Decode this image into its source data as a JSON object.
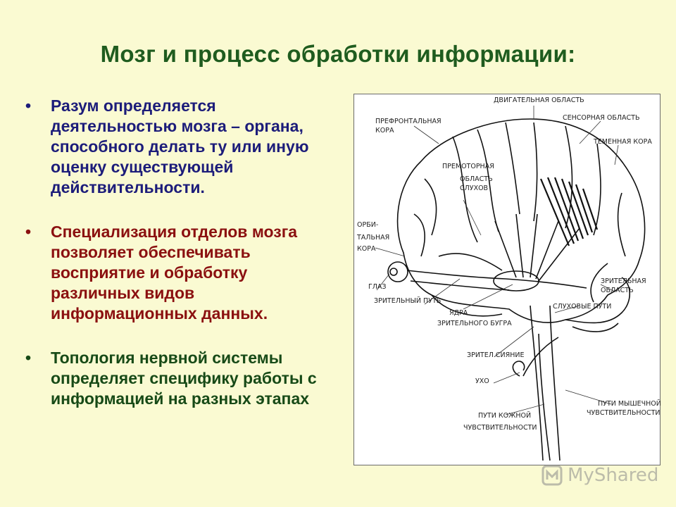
{
  "title": "Мозг и процесс обработки информации:",
  "bullets": [
    {
      "marker": "•",
      "text": "Разум определяется деятельностью мозга – органа, способного делать ту или иную оценку существующей действительности.",
      "color": "#1c1c7a"
    },
    {
      "marker": "•",
      "text": "Специализация отделов мозга позволяет обеспечивать восприятие и обработку различных видов информационных данных.",
      "color": "#8b1010"
    },
    {
      "marker": "•",
      "text": "Топология нервной системы определяет специфику работы с информацией на разных этапах",
      "color": "#174a17"
    }
  ],
  "figure": {
    "labels": {
      "motor": "ДВИГАТЕЛЬНАЯ ОБЛАСТЬ",
      "prefrontal_1": "ПРЕФРОНТАЛЬНАЯ",
      "prefrontal_2": "КОРА",
      "sensory": "СЕНСОРНАЯ ОБЛАСТЬ",
      "parietal": "ТЕМЕННАЯ КОРА",
      "premotor": "ПРЕМОТОРНАЯ",
      "auditory_1": "ОБЛАСТЬ",
      "auditory_2": "СЛУХОВ",
      "orbital_1": "ОРБИ-",
      "orbital_2": "ТАЛЬНАЯ",
      "orbital_3": "КОРА",
      "eye": "ГЛАЗ",
      "optic_path": "ЗРИТЕЛЬНЫЙ ПУТЬ",
      "visual_1": "ЗРИТЕЛЬНАЯ",
      "visual_2": "ОБЛАСТЬ",
      "auditory_paths": "СЛУХОВЫЕ ПУТИ",
      "thalamus_1": "ЯДРА",
      "thalamus_2": "ЗРИТЕЛЬНОГО БУГРА",
      "radiation": "ЗРИТЕЛ.СИЯНИЕ",
      "ear": "УХО",
      "muscle_1": "ПУТИ МЫШЕЧНОЙ",
      "muscle_2": "ЧУВСТВИТЕЛЬНОСТИ",
      "skin_1": "ПУТИ КОЖНОЙ",
      "skin_2": "ЧУВСТВИТЕЛЬНОСТИ"
    }
  },
  "watermark": {
    "text": "MyShared",
    "icon": "myshared-logo-icon"
  }
}
